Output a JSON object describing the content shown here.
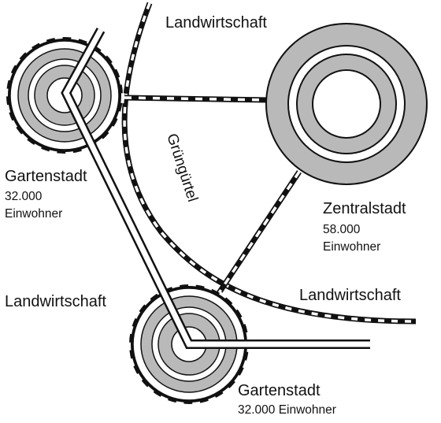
{
  "labels": {
    "landwirtschaft_top": "Landwirtschaft",
    "landwirtschaft_left": "Landwirtschaft",
    "landwirtschaft_right": "Landwirtschaft",
    "gruenguertel": "Grüngürtel",
    "gartenstadt_1_name": "Gartenstadt",
    "gartenstadt_1_pop_value": "32.000",
    "gartenstadt_1_pop_unit": "Einwohner",
    "gartenstadt_2_name": "Gartenstadt",
    "gartenstadt_2_pop": "32.000 Einwohner",
    "zentralstadt_name": "Zentralstadt",
    "zentralstadt_pop_value": "58.000",
    "zentralstadt_pop_unit": "Einwohner"
  },
  "colors": {
    "ring_gray": "#b9b9b9",
    "line_dark": "#111111",
    "background": "#ffffff"
  }
}
